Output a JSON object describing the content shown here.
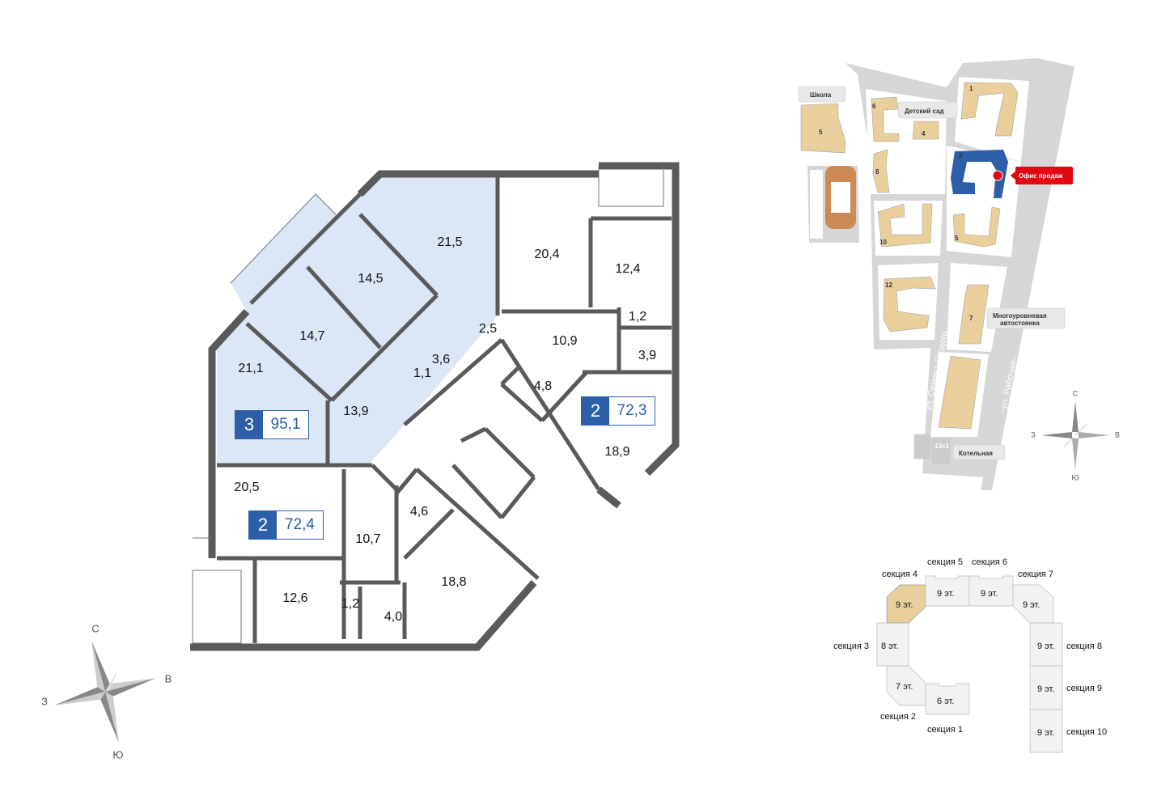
{
  "floorplan": {
    "rooms": [
      "21,5",
      "20,4",
      "12,4",
      "14,5",
      "14,7",
      "2,5",
      "1,2",
      "10,9",
      "3,9",
      "3,6",
      "21,1",
      "1,1",
      "4,8",
      "13,9",
      "18,9",
      "20,5",
      "4,6",
      "10,7",
      "18,8",
      "12,6",
      "1,2",
      "4,0"
    ],
    "apartments": [
      {
        "rooms": "3",
        "area": "95,1",
        "selected": true
      },
      {
        "rooms": "2",
        "area": "72,3",
        "selected": false
      },
      {
        "rooms": "2",
        "area": "72,4",
        "selected": false
      }
    ],
    "compass": {
      "north": "С",
      "east": "В",
      "south": "Ю",
      "west": "З"
    }
  },
  "site_map": {
    "labels": {
      "school": "Школа",
      "kindergarten": "Детский сад",
      "sales_office": "Офис продаж",
      "parking": "Многоуровневая",
      "parking2": "автостоянка",
      "boiler": "Котельная",
      "building_13c1": "13с1",
      "street1": "ул. Семена Гордого",
      "street2": "–ул. Рабочая–"
    },
    "buildings": [
      "5",
      "6",
      "4",
      "1",
      "3",
      "8",
      "10",
      "5",
      "12",
      "7"
    ],
    "compass": {
      "north": "С",
      "east": "В",
      "south": "Ю",
      "west": "З"
    },
    "colors": {
      "building": "#e8cf9c",
      "selected": "#2d5fa8",
      "office": "#e30613",
      "road": "#d6d6d6"
    }
  },
  "sections": [
    {
      "name": "секция 1",
      "floors": "6 эт."
    },
    {
      "name": "секция 2",
      "floors": "7 эт."
    },
    {
      "name": "секция 3",
      "floors": "8 эт."
    },
    {
      "name": "секция 4",
      "floors": "9 эт.",
      "selected": true
    },
    {
      "name": "секция 5",
      "floors": "9 эт."
    },
    {
      "name": "секция 6",
      "floors": "9 эт."
    },
    {
      "name": "секция 7",
      "floors": "9 эт."
    },
    {
      "name": "секция 8",
      "floors": "9 эт."
    },
    {
      "name": "секция 9",
      "floors": "9 эт."
    },
    {
      "name": "секция 10",
      "floors": "9 эт."
    }
  ]
}
